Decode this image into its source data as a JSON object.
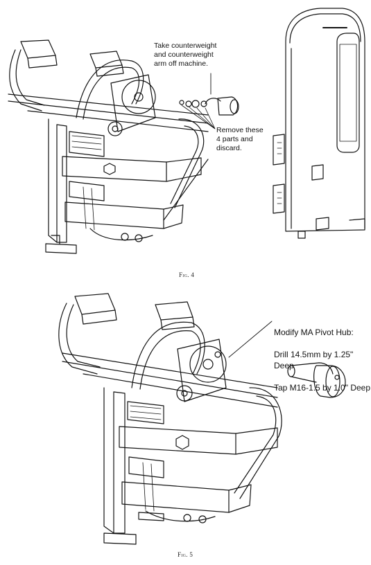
{
  "figure4": {
    "caption": "Fig. 4",
    "callout_top": "Take counterweight\nand counterweight\narm off machine.",
    "callout_bottom": "Remove these\n4 parts and\ndiscard."
  },
  "figure5": {
    "caption": "Fig. 5",
    "callout_line1": "Modify MA Pivot Hub:",
    "callout_line2": "Drill 14.5mm by 1.25\" Deep",
    "callout_line3": "Tap M16-1.5 by 1.0\" Deep"
  }
}
